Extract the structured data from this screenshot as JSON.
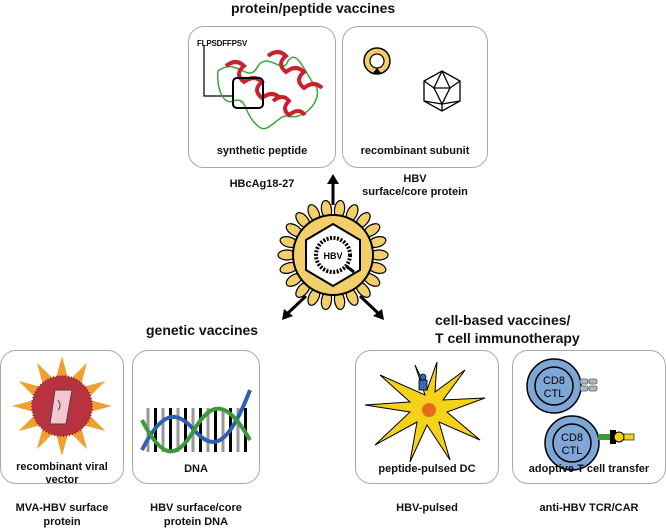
{
  "titles": {
    "protein": "protein/peptide vaccines",
    "genetic": "genetic vaccines",
    "cell_line1": "cell-based vaccines/",
    "cell_line2": "T cell immunotherapy"
  },
  "virus_label": "HBV",
  "peptide_sequence": "FLPSDFFPSV",
  "panels": {
    "synthetic_peptide": {
      "inner": "synthetic peptide",
      "caption": "HBcAg18-27"
    },
    "recombinant_subunit": {
      "inner": "recombinant subunit",
      "caption_line1": "HBV",
      "caption_line2": "surface/core protein"
    },
    "viral_vector": {
      "inner_line1": "recombinant viral",
      "inner_line2": "vector",
      "caption_line1": "MVA-HBV surface",
      "caption_line2": "protein"
    },
    "dna": {
      "inner": "DNA",
      "caption_line1": "HBV surface/core",
      "caption_line2": "protein DNA"
    },
    "dc": {
      "inner": "peptide-pulsed DC",
      "caption": "HBV-pulsed"
    },
    "tcell": {
      "inner": "adoptive T cell transfer",
      "caption": "anti-HBV TCR/CAR",
      "cell_line1": "CD8",
      "cell_line2": "CTL"
    }
  },
  "colors": {
    "helix": "#cc1f2f",
    "loop": "#3aa63a",
    "virus_yellow": "#f2cf6b",
    "vector_orange": "#f0a030",
    "vector_body": "#b8333f",
    "dna_blue": "#2d62b0",
    "dna_green": "#3a9a3a",
    "dc_yellow": "#f5d21a",
    "cell_blue": "#7ea6d6"
  }
}
